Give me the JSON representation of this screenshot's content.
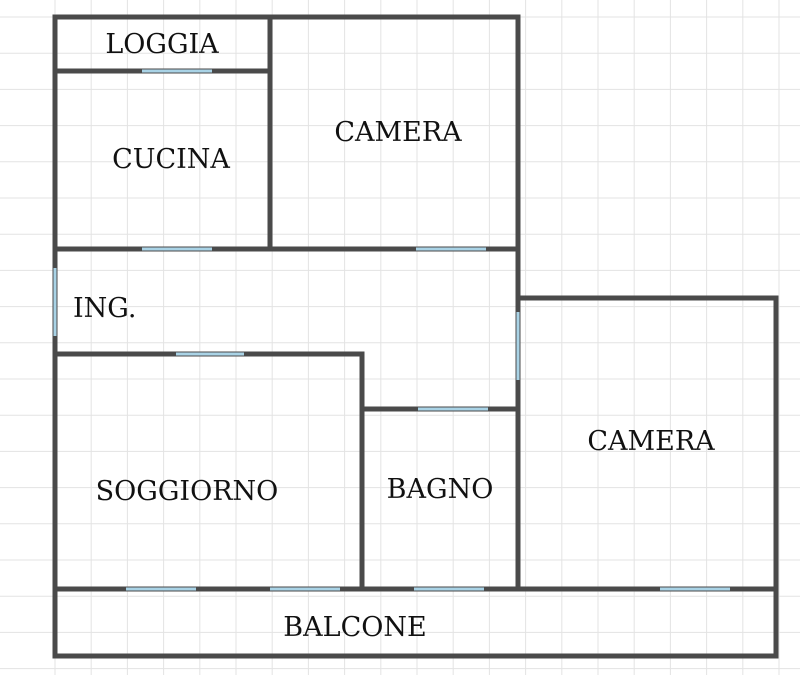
{
  "rooms": {
    "loggia": "LOGGIA",
    "cucina": "CUCINA",
    "camera_top": "CAMERA",
    "ingresso": "ING.",
    "soggiorno": "SOGGIORNO",
    "bagno": "BAGNO",
    "camera_right": "CAMERA",
    "balcone": "BALCONE"
  },
  "colors": {
    "wall": "#4a4a4a",
    "door_opening": "#a9d3e6",
    "grid": "#e3e3e3",
    "text": "#111111"
  }
}
